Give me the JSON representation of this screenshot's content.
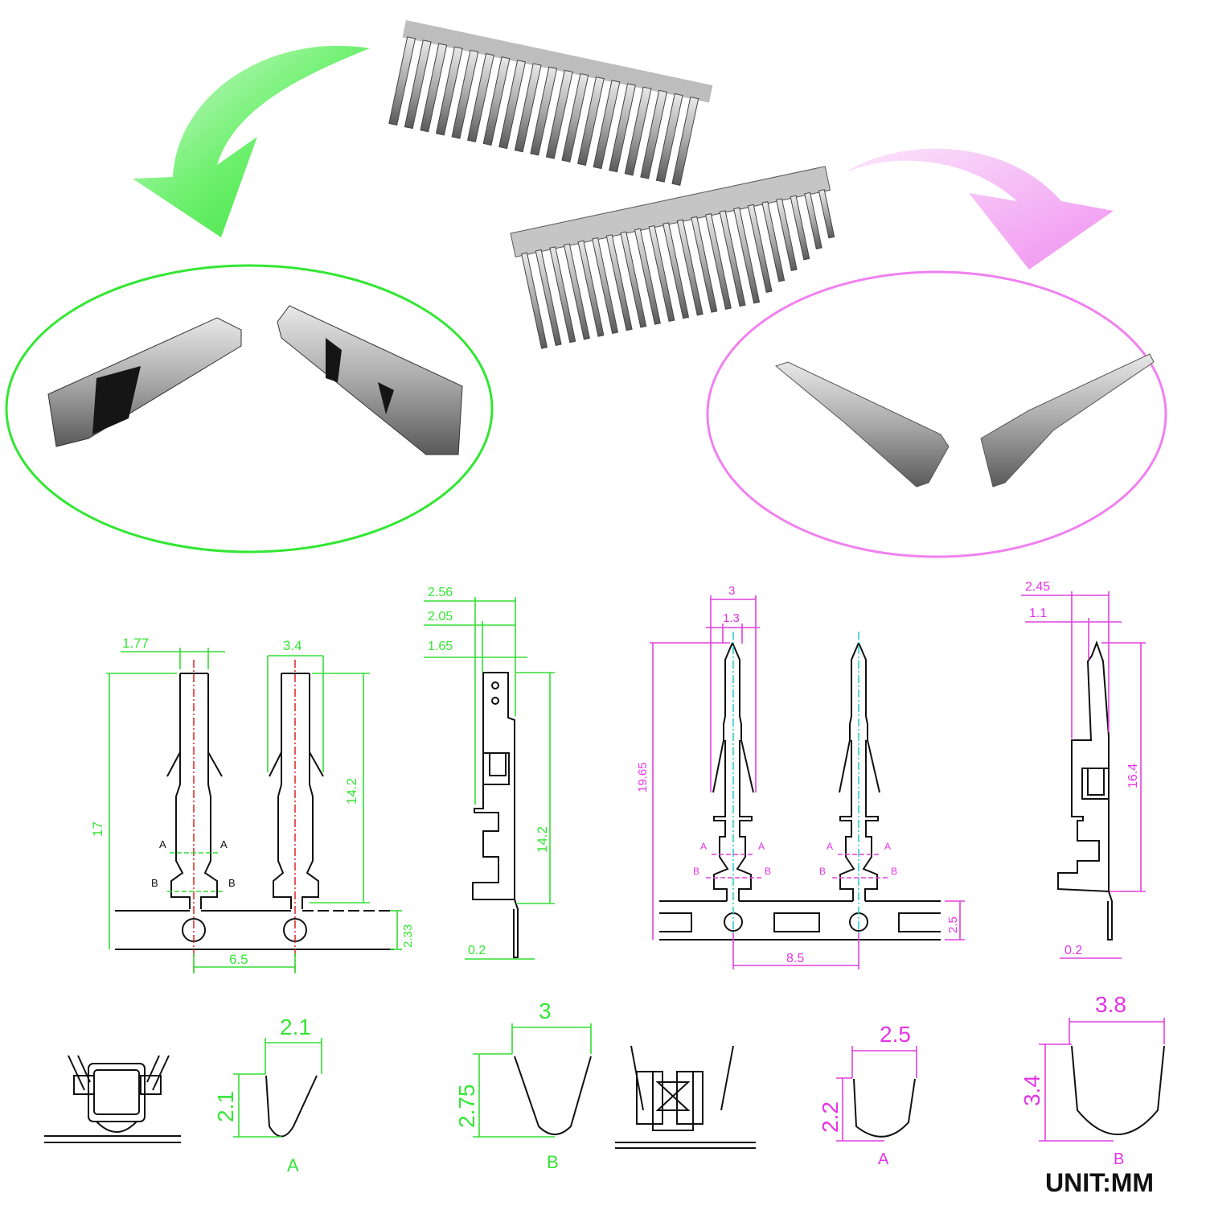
{
  "colors": {
    "female_accent": "#33e633",
    "male_accent": "#e633e6",
    "centerline_female": "#dd2222",
    "centerline_male": "#22cccc",
    "outline": "#111111"
  },
  "photos": {
    "female_strip": "female-terminal-reel-photo",
    "male_strip": "male-terminal-reel-photo",
    "female_closeup": "female-terminals-closeup",
    "male_closeup": "male-terminals-closeup"
  },
  "female_drawing": {
    "dims": {
      "d1": "1.77",
      "d2": "3.4",
      "d3": "17",
      "d4": "14.2",
      "d5": "2.33",
      "d6": "6.5",
      "sec_a": "A",
      "sec_b": "B"
    }
  },
  "female_side": {
    "dims": {
      "d1": "2.56",
      "d2": "2.05",
      "d3": "1.65",
      "d4": "14.2",
      "d5": "0.2"
    }
  },
  "male_drawing": {
    "dims": {
      "d1": "3",
      "d2": "1.3",
      "d3": "19.65",
      "d4": "2.5",
      "d5": "8.5",
      "sec_a": "A",
      "sec_b": "B"
    }
  },
  "male_side": {
    "dims": {
      "d1": "2.45",
      "d2": "1.1",
      "d3": "16.4",
      "d4": "0.2"
    }
  },
  "female_sections": {
    "a_width": "2.1",
    "a_height": "2.1",
    "a_label": "A",
    "b_width": "3",
    "b_height": "2.75",
    "b_label": "B"
  },
  "male_sections": {
    "a_width": "2.5",
    "a_height": "2.2",
    "a_label": "A",
    "b_width": "3.8",
    "b_height": "3.4",
    "b_label": "B"
  },
  "unit_label": "UNIT:MM"
}
